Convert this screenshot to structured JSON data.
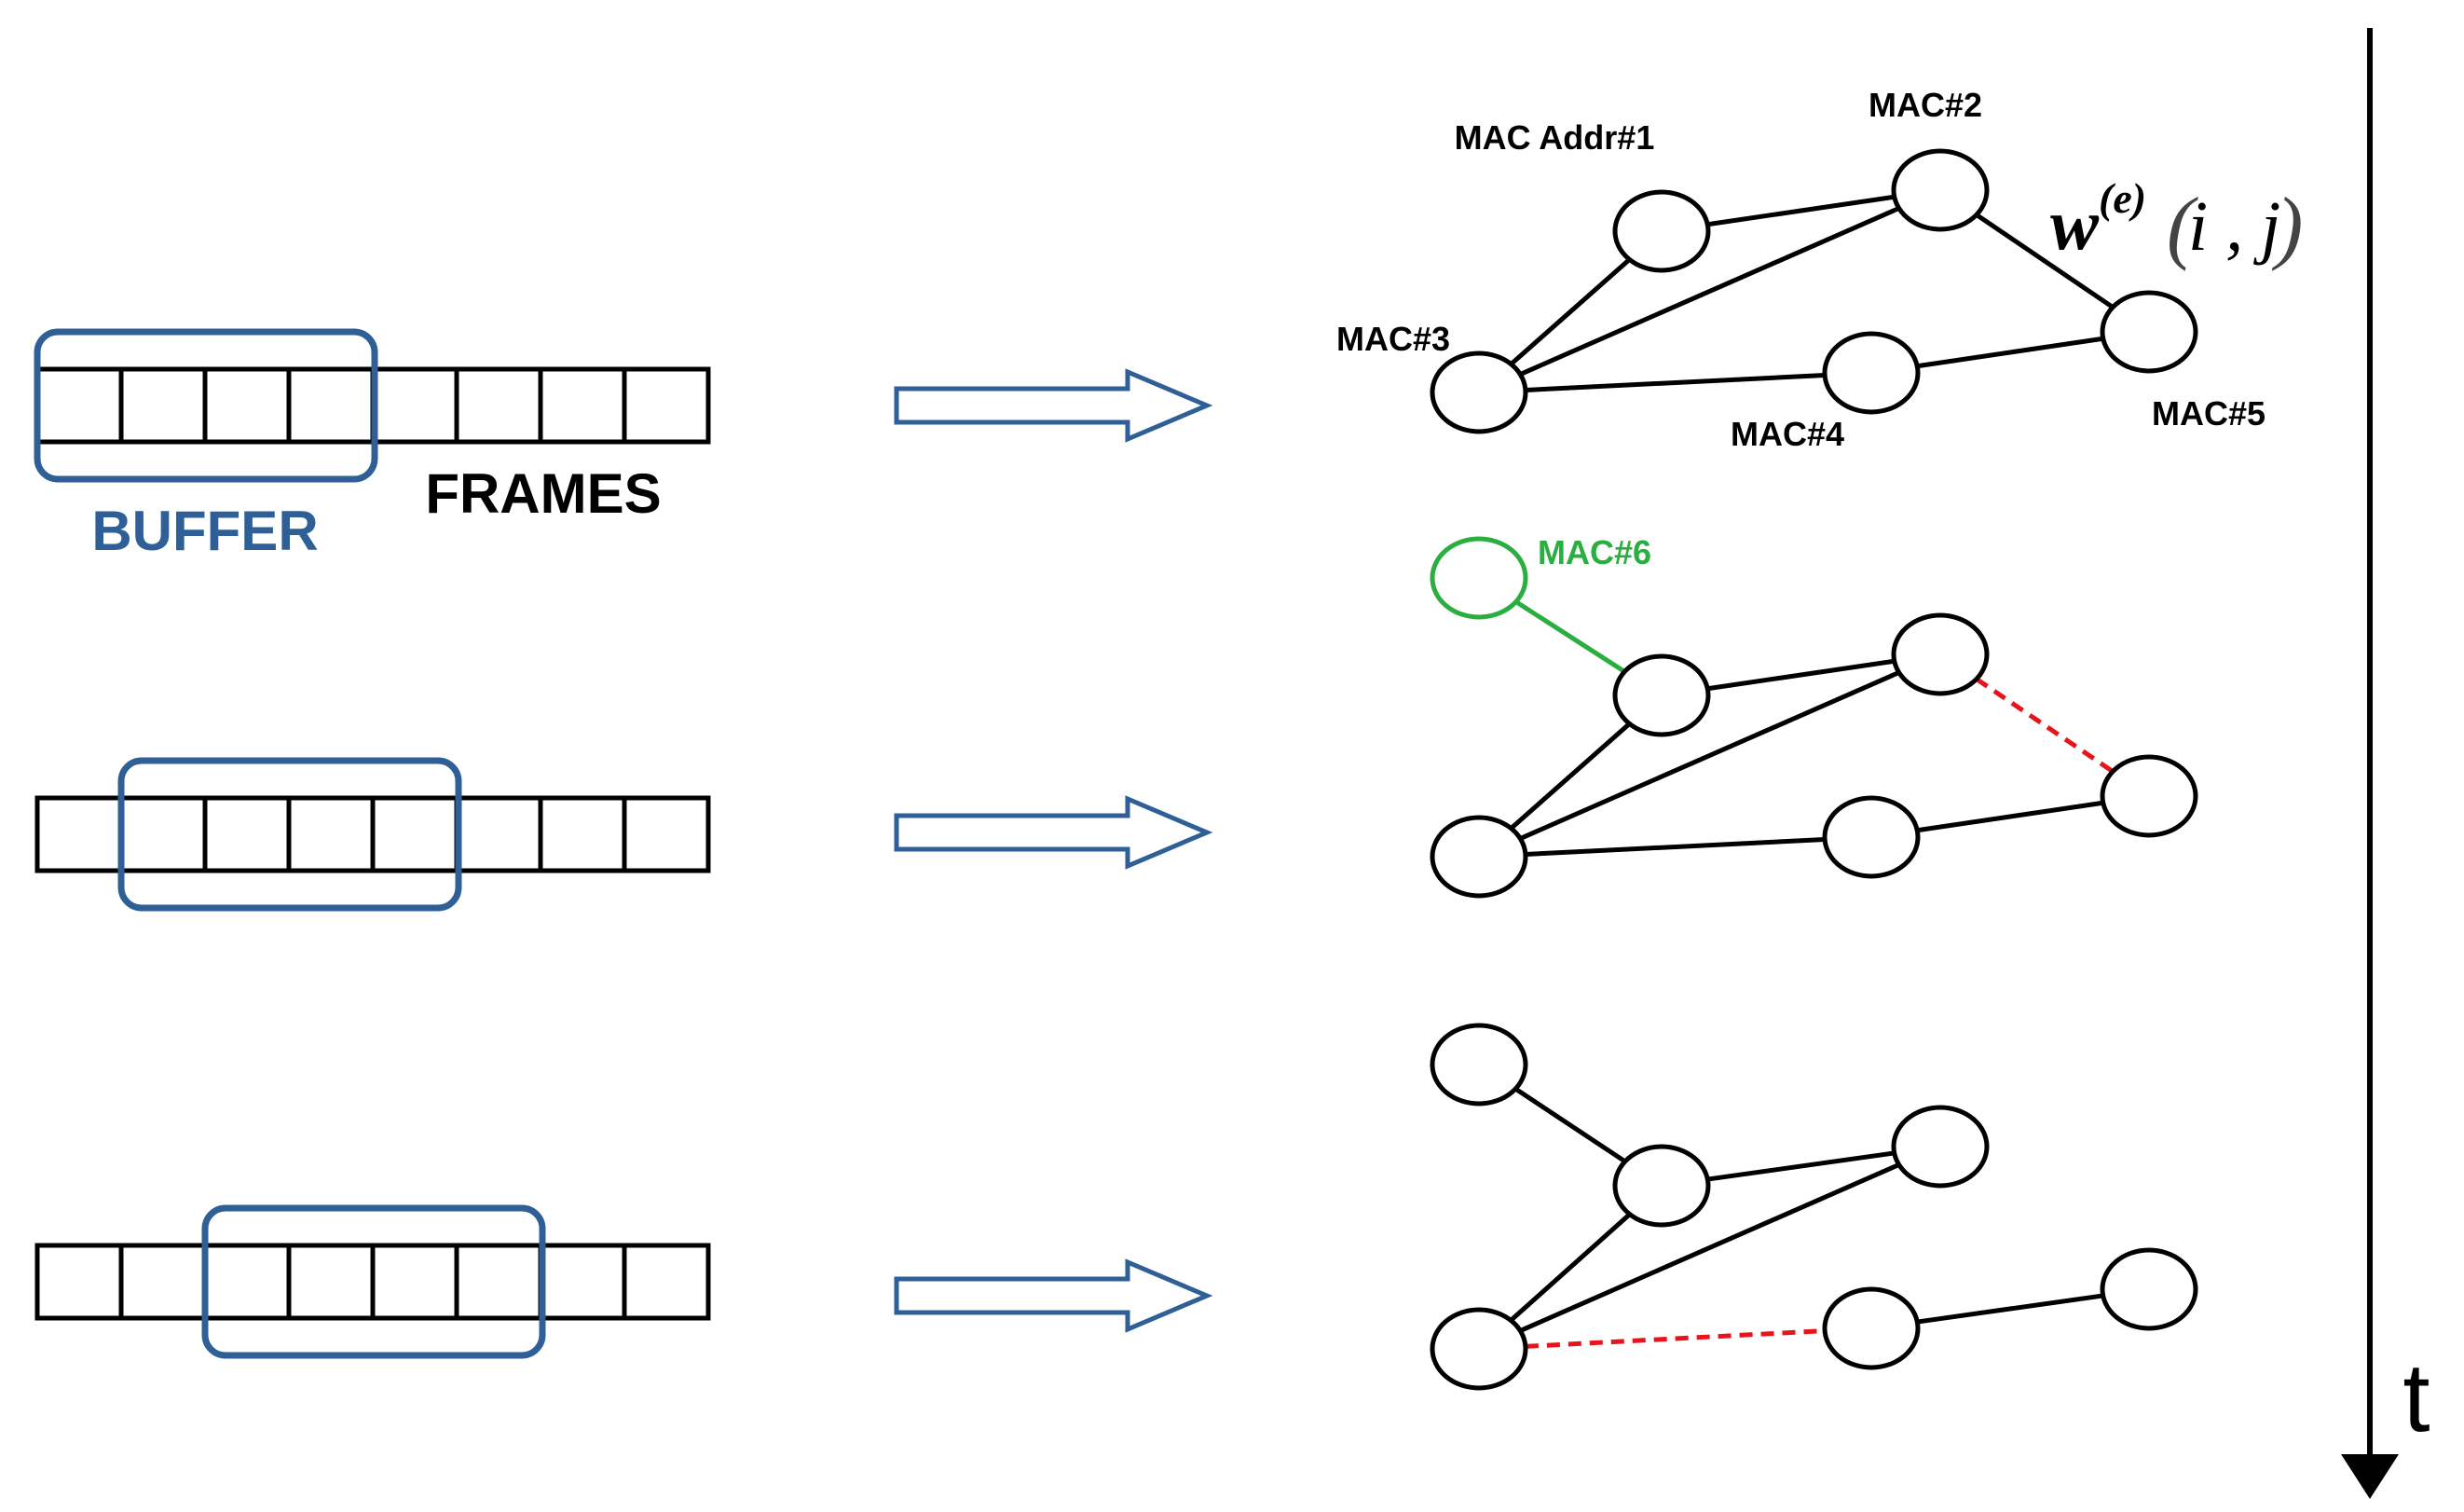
{
  "labels": {
    "buffer": "BUFFER",
    "frames": "FRAMES",
    "time_axis": "t",
    "edge_weight": {
      "base": "w",
      "superscript": "(e)",
      "args": "i , j"
    }
  },
  "colors": {
    "buffer": "#2f5f97",
    "arrow": "#2f5f97",
    "new_node": "#2aae3f",
    "removed_edge": "#e8141c",
    "line": "#000000"
  },
  "rows": [
    {
      "frame_count": 8,
      "buffer_start": 0,
      "buffer_size": 4,
      "nodes": [
        {
          "id": 1,
          "label": "MAC Addr#1"
        },
        {
          "id": 2,
          "label": "MAC#2"
        },
        {
          "id": 3,
          "label": "MAC#3"
        },
        {
          "id": 4,
          "label": "MAC#4"
        },
        {
          "id": 5,
          "label": "MAC#5"
        }
      ],
      "edges": [
        {
          "from": 1,
          "to": 2,
          "style": "solid"
        },
        {
          "from": 1,
          "to": 3,
          "style": "solid"
        },
        {
          "from": 3,
          "to": 2,
          "style": "solid"
        },
        {
          "from": 2,
          "to": 5,
          "style": "solid"
        },
        {
          "from": 3,
          "to": 4,
          "style": "solid"
        },
        {
          "from": 4,
          "to": 5,
          "style": "solid"
        }
      ]
    },
    {
      "frame_count": 8,
      "buffer_start": 1,
      "buffer_size": 4,
      "nodes": [
        {
          "id": 6,
          "label": "MAC#6",
          "status": "new"
        },
        {
          "id": 1,
          "label": ""
        },
        {
          "id": 2,
          "label": ""
        },
        {
          "id": 3,
          "label": ""
        },
        {
          "id": 4,
          "label": ""
        },
        {
          "id": 5,
          "label": ""
        }
      ],
      "edges": [
        {
          "from": 6,
          "to": 1,
          "style": "new"
        },
        {
          "from": 1,
          "to": 2,
          "style": "solid"
        },
        {
          "from": 1,
          "to": 3,
          "style": "solid"
        },
        {
          "from": 3,
          "to": 2,
          "style": "solid"
        },
        {
          "from": 2,
          "to": 5,
          "style": "removed"
        },
        {
          "from": 3,
          "to": 4,
          "style": "solid"
        },
        {
          "from": 4,
          "to": 5,
          "style": "solid"
        }
      ]
    },
    {
      "frame_count": 8,
      "buffer_start": 2,
      "buffer_size": 4,
      "nodes": [
        {
          "id": 6,
          "label": ""
        },
        {
          "id": 1,
          "label": ""
        },
        {
          "id": 2,
          "label": ""
        },
        {
          "id": 3,
          "label": ""
        },
        {
          "id": 4,
          "label": ""
        },
        {
          "id": 5,
          "label": ""
        }
      ],
      "edges": [
        {
          "from": 6,
          "to": 1,
          "style": "solid"
        },
        {
          "from": 1,
          "to": 2,
          "style": "solid"
        },
        {
          "from": 1,
          "to": 3,
          "style": "solid"
        },
        {
          "from": 3,
          "to": 2,
          "style": "solid"
        },
        {
          "from": 3,
          "to": 4,
          "style": "removed"
        },
        {
          "from": 4,
          "to": 5,
          "style": "solid"
        }
      ]
    }
  ]
}
